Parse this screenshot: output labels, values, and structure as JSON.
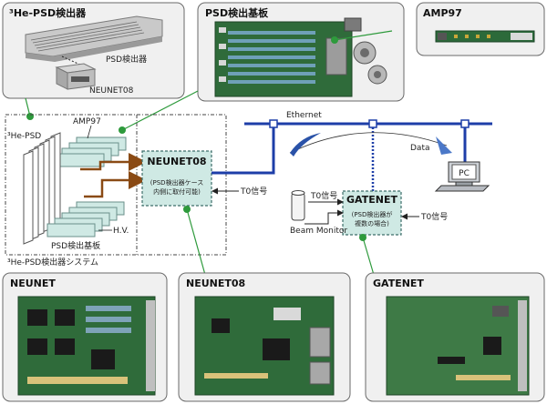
{
  "panels": {
    "he_psd": {
      "title": "³He-PSD検出器",
      "psd_label": "PSD検出器",
      "neunet_label": "NEUNET08"
    },
    "psd_board": {
      "title": "PSD検出基板"
    },
    "amp97": {
      "title": "AMP97"
    },
    "neunet": {
      "title": "NEUNET"
    },
    "neunet08": {
      "title": "NEUNET08"
    },
    "gatenet": {
      "title": "GATENET"
    }
  },
  "diagram": {
    "amp97_label": "AMP97",
    "he_psd_label": "³He-PSD",
    "psd_board_label": "PSD検出基板",
    "hv_label": "H.V.",
    "system_label": "³He-PSD検出器システム",
    "ethernet_label": "Ethernet",
    "data_label": "Data",
    "pc_label": "PC",
    "beam_monitor_label": "Beam Monitor",
    "neunet08_box": {
      "title": "NEUNET08",
      "note_line1": "(PSD検出器ケース",
      "note_line2": "内側に取付可能)",
      "t0": "T0信号"
    },
    "gatenet_box": {
      "title": "GATENET",
      "note_line1": "(PSD検出器が",
      "note_line2": "複数の場合)",
      "t0_left": "T0信号",
      "t0_right": "T0信号"
    }
  },
  "colors": {
    "panel_fill": "#f0f0f0",
    "panel_border": "#6a6a6a",
    "box_fill": "#cfe9e4",
    "ethernet": "#1d3ea8",
    "brown_arrow": "#8a4a14",
    "green_connector": "#2e9a3c",
    "pcb_green": "#2f6b3a"
  }
}
